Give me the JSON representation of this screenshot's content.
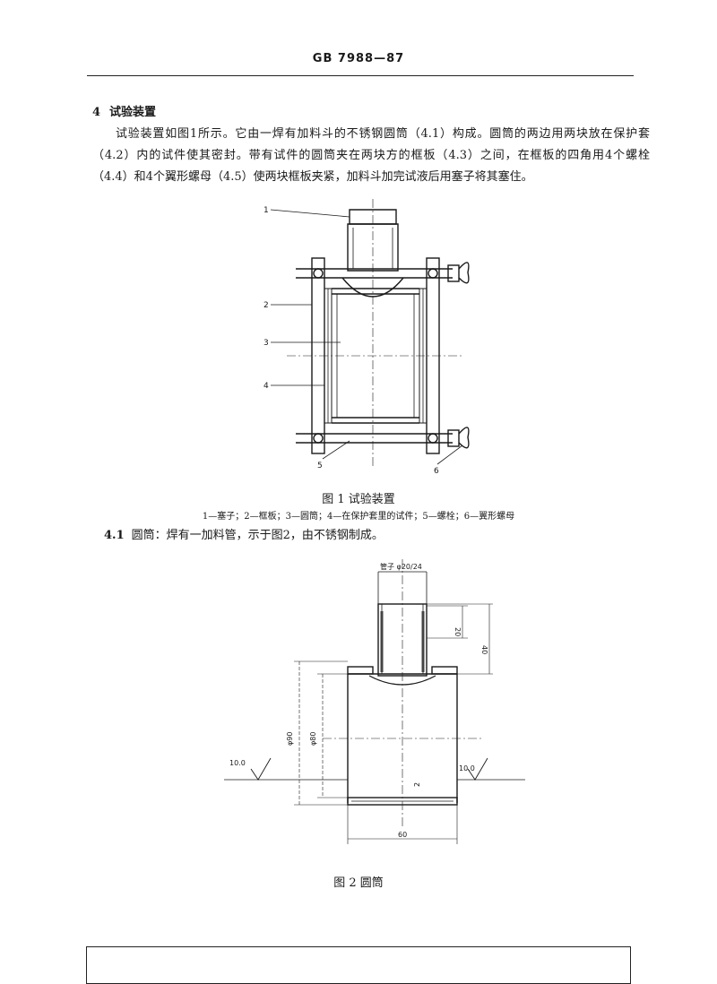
{
  "header": {
    "standard_no": "GB 7988—87"
  },
  "section4": {
    "number": "4",
    "title": "试验装置",
    "paragraph": "试验装置如图1所示。它由一焊有加料斗的不锈钢圆筒（4.1）构成。圆筒的两边用两块放在保护套（4.2）内的试件使其密封。带有试件的圆筒夹在两块方的框板（4.3）之间，在框板的四角用4个螺栓（4.4）和4个翼形螺母（4.5）使两块框板夹紧，加料斗加完试液后用塞子将其塞住。"
  },
  "figure1": {
    "caption": "图 1   试验装置",
    "legend": "1—塞子；2—框板；3—圆筒；4—在保护套里的试件；5—螺栓；6—翼形螺母",
    "labels": [
      "1",
      "2",
      "3",
      "4",
      "5",
      "6"
    ]
  },
  "section41": {
    "number": "4.1",
    "text": "圆筒：焊有一加料管，示于图2，由不锈钢制成。"
  },
  "figure2": {
    "caption": "图 2   圆筒",
    "pipe_label": "管子 φ20/24",
    "dim_20": "20",
    "dim_40": "40",
    "dim_phi90": "φ90",
    "dim_phi80": "φ80",
    "dim_2": "2",
    "dim_60": "60",
    "roughness_left": "10.0",
    "roughness_right": "10.0"
  }
}
